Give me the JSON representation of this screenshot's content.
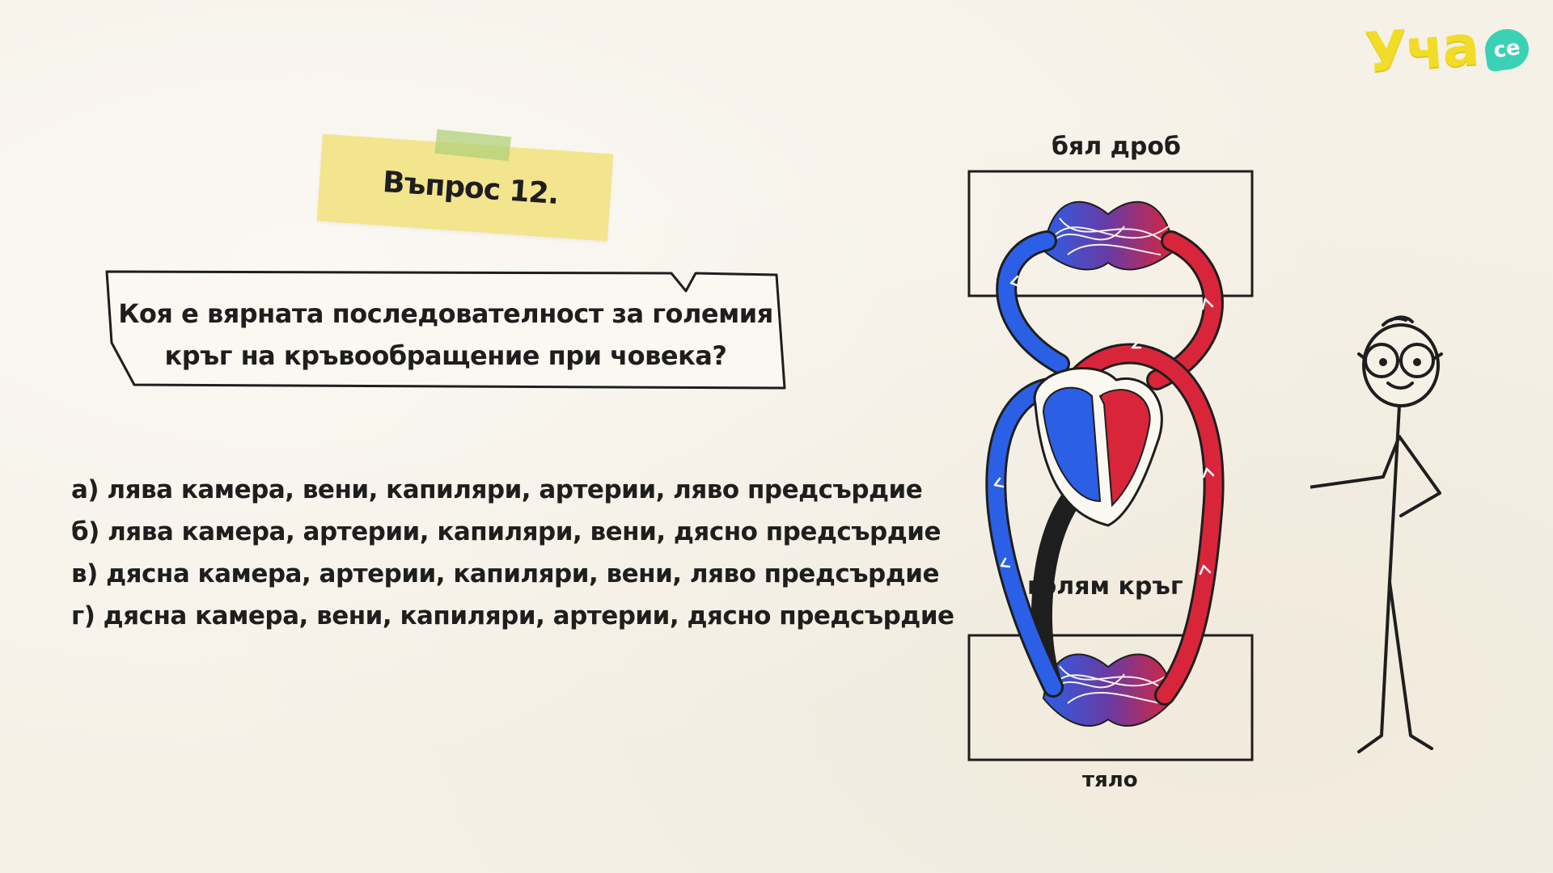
{
  "logo": {
    "text": "Уча",
    "badge": "се"
  },
  "question": {
    "number_label": "Въпрос 12.",
    "text_line1": "Коя е вярната последователност за големия",
    "text_line2": "кръг на кръвообращение при човека?"
  },
  "answers": [
    {
      "text": "а) лява камера, вени, капиляри, артерии, ляво предсърдие"
    },
    {
      "text": "б) лява камера, артерии, капиляри, вени, дясно предсърдие"
    },
    {
      "text": "в) дясна камера, артерии, капиляри, вени, ляво предсърдие"
    },
    {
      "text": "г) дясна камера, вени, капиляри, артерии, дясно предсърдие"
    }
  ],
  "diagram": {
    "top_label": "бял дроб",
    "middle_label": "голям кръг",
    "bottom_label": "тяло"
  },
  "colors": {
    "background": "#f6f1e7",
    "arterial_red": "#d9253a",
    "venous_blue": "#2b5fe6",
    "capillary_purple": "#6a3aa3",
    "note_yellow": "#f3e48e",
    "logo_yellow": "#f2dc2a",
    "logo_teal": "#3bd1b5"
  }
}
